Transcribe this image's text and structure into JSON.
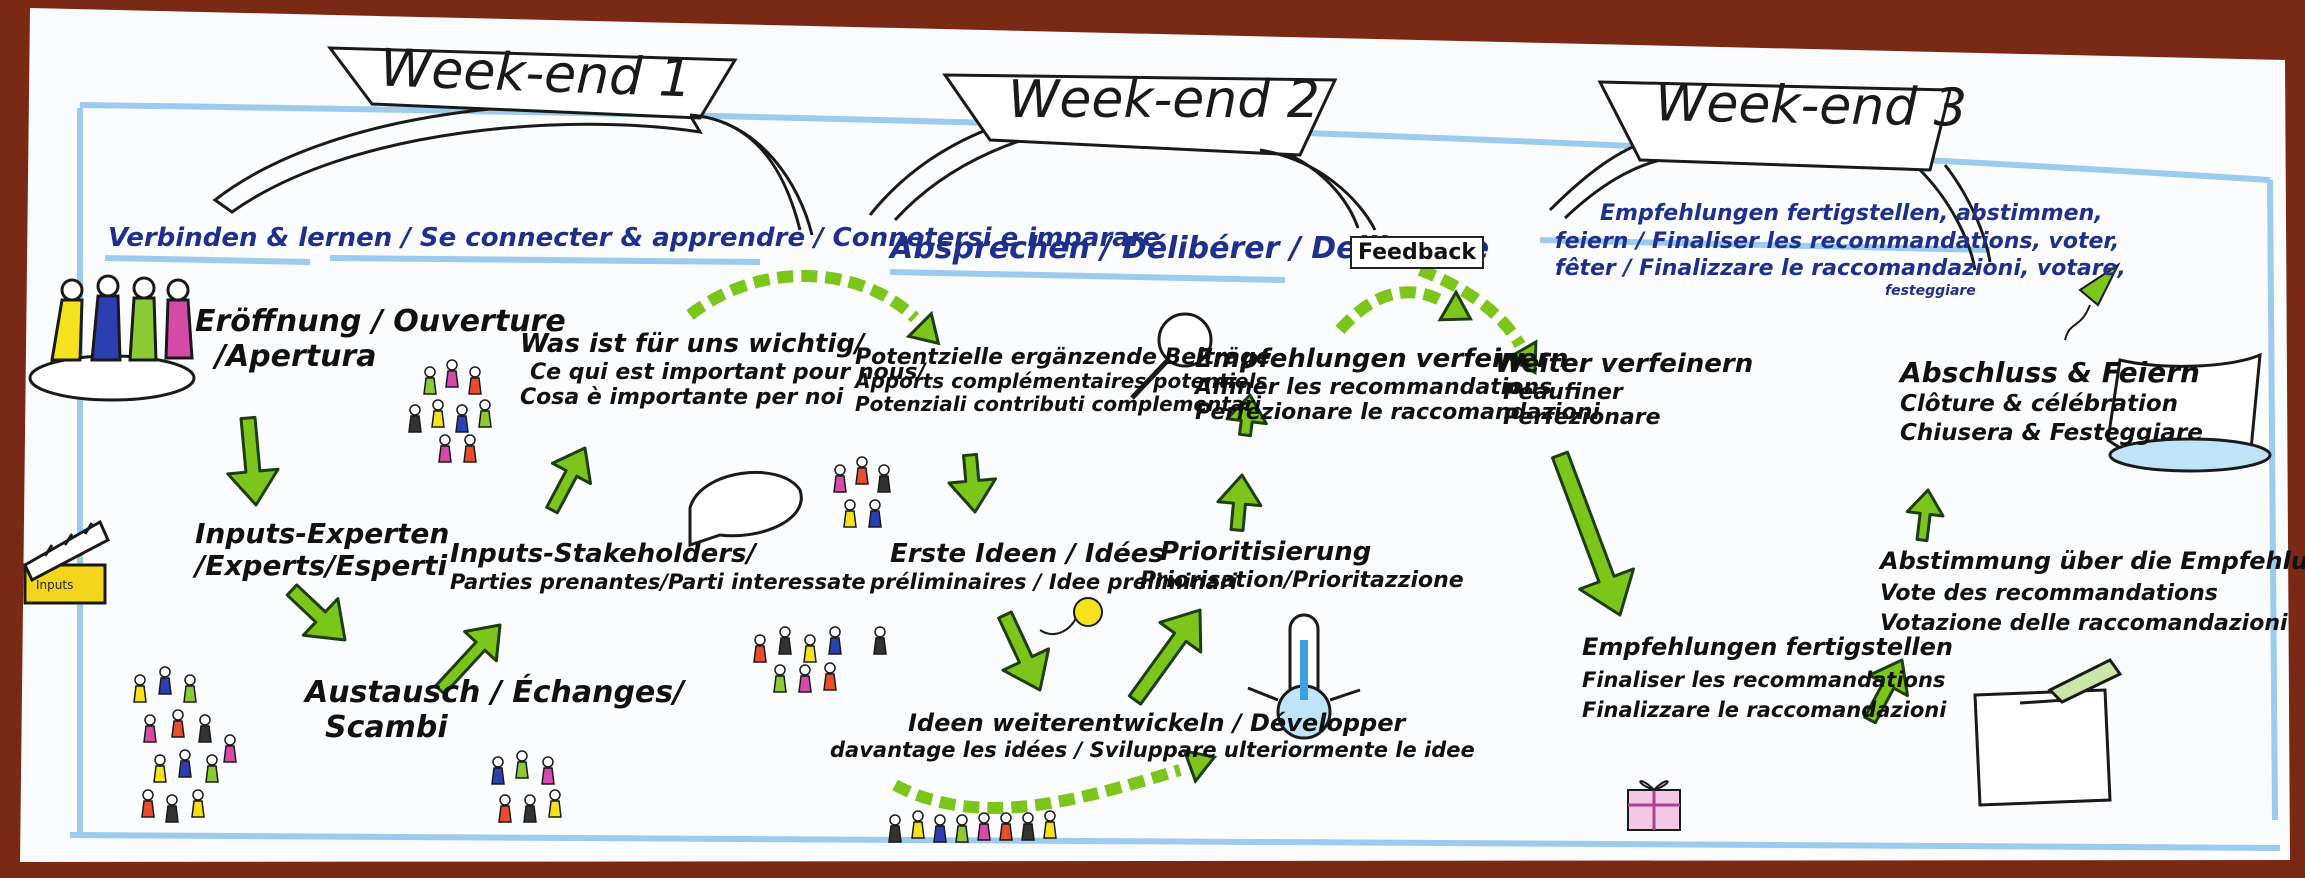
{
  "weekends": [
    "Week-end 1",
    "Week-end 2",
    "Week-end 3"
  ],
  "phases": {
    "w1": "Verbinden & lernen / Se connecter & apprendre / Connetersi e imparare",
    "w2": "Absprechen / Délibérer / Deliberare",
    "w3": [
      "Empfehlungen fertigstellen, abstimmen,",
      "feiern / Finaliser les recommandations, voter,",
      "fêter / Finalizzare le raccomandazioni, votare,",
      "festeggiare"
    ]
  },
  "feedback_label": "Feedback",
  "inputs_label": "Inputs",
  "steps": {
    "opening": [
      "Eröffnung / Ouverture",
      "/Apertura"
    ],
    "experts": [
      "Inputs-Experten",
      "/Experts/Esperti"
    ],
    "exchange": [
      "Austausch / Échanges/",
      "Scambi"
    ],
    "stakeholders": [
      "Inputs-Stakeholders/",
      "Parties prenantes/Parti interessate"
    ],
    "important": [
      "Was ist für uns wichtig/",
      "Ce qui est important pour nous/",
      "Cosa è importante per noi"
    ],
    "contributions": [
      "Potentzielle ergänzende Beiträge",
      "Apports complémentaires potentiels",
      "Potenziali contributi complementari"
    ],
    "first_ideas": [
      "Erste Ideen / Idées",
      "préliminaires / Idee preliminari"
    ],
    "develop": [
      "Ideen weiterentwickeln / Développer",
      "davantage les idées / Sviluppare ulteriormente le idee"
    ],
    "prioritize": [
      "Prioritisierung",
      "Priorisation/Prioritazzione"
    ],
    "refine": [
      "Empfehlungen verfeinern",
      "Affiner les recommandations",
      "Perfezionare le raccomandazioni"
    ],
    "further_refine": [
      "Weiter verfeinern",
      "Peaufiner",
      "Perfezionare"
    ],
    "finalize": [
      "Empfehlungen fertigstellen",
      "Finaliser les recommandations",
      "Finalizzare le raccomandazioni"
    ],
    "vote": [
      "Abstimmung über die Empfehlungen",
      "Vote des recommandations",
      "Votazione delle raccomandazioni"
    ],
    "closing": [
      "Abschluss & Feiern",
      "Clôture & célébration",
      "Chiusera & Festeggiare"
    ]
  },
  "colors": {
    "paper": "#fbfcfd",
    "blue_line": "#9ccbee",
    "arrow_green": "#7cc61c",
    "arrow_outline": "#1f3d12",
    "text_blue": "#1e2f8c",
    "table": "#7a2a14"
  }
}
